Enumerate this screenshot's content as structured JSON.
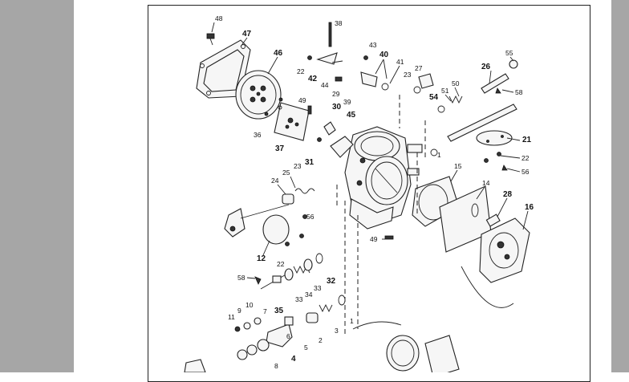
{
  "labels": {
    "l48": "48",
    "l47": "47",
    "l46": "46",
    "l38": "38",
    "l43": "43",
    "l40": "40",
    "l41": "41",
    "l22a": "22",
    "l42": "42",
    "l44": "44",
    "l29": "29",
    "l39": "39",
    "l27": "27",
    "l23a": "23",
    "l26": "26",
    "l55": "55",
    "l51": "51",
    "l50": "50",
    "l54": "54",
    "l58a": "58",
    "l49a": "49",
    "l30": "30",
    "l45": "45",
    "l36": "36",
    "l37": "37",
    "l31": "31",
    "l21": "21",
    "l22b": "22",
    "l56a": "56",
    "l15": "15",
    "l25": "25",
    "l23b": "23",
    "l24": "24",
    "l14": "14",
    "l28": "28",
    "l16": "16",
    "l56b": "56",
    "l49b": "49",
    "l12": "12",
    "l22c": "22",
    "l58b": "58",
    "l32": "32",
    "l33a": "33",
    "l34": "34",
    "l33b": "33",
    "l35": "35",
    "l11": "11",
    "l9": "9",
    "l10": "10",
    "l7": "7",
    "l1": "1",
    "l3": "3",
    "l2": "2",
    "l5": "5",
    "l4": "4",
    "l8": "8",
    "l6": "6",
    "l1b": "1"
  }
}
